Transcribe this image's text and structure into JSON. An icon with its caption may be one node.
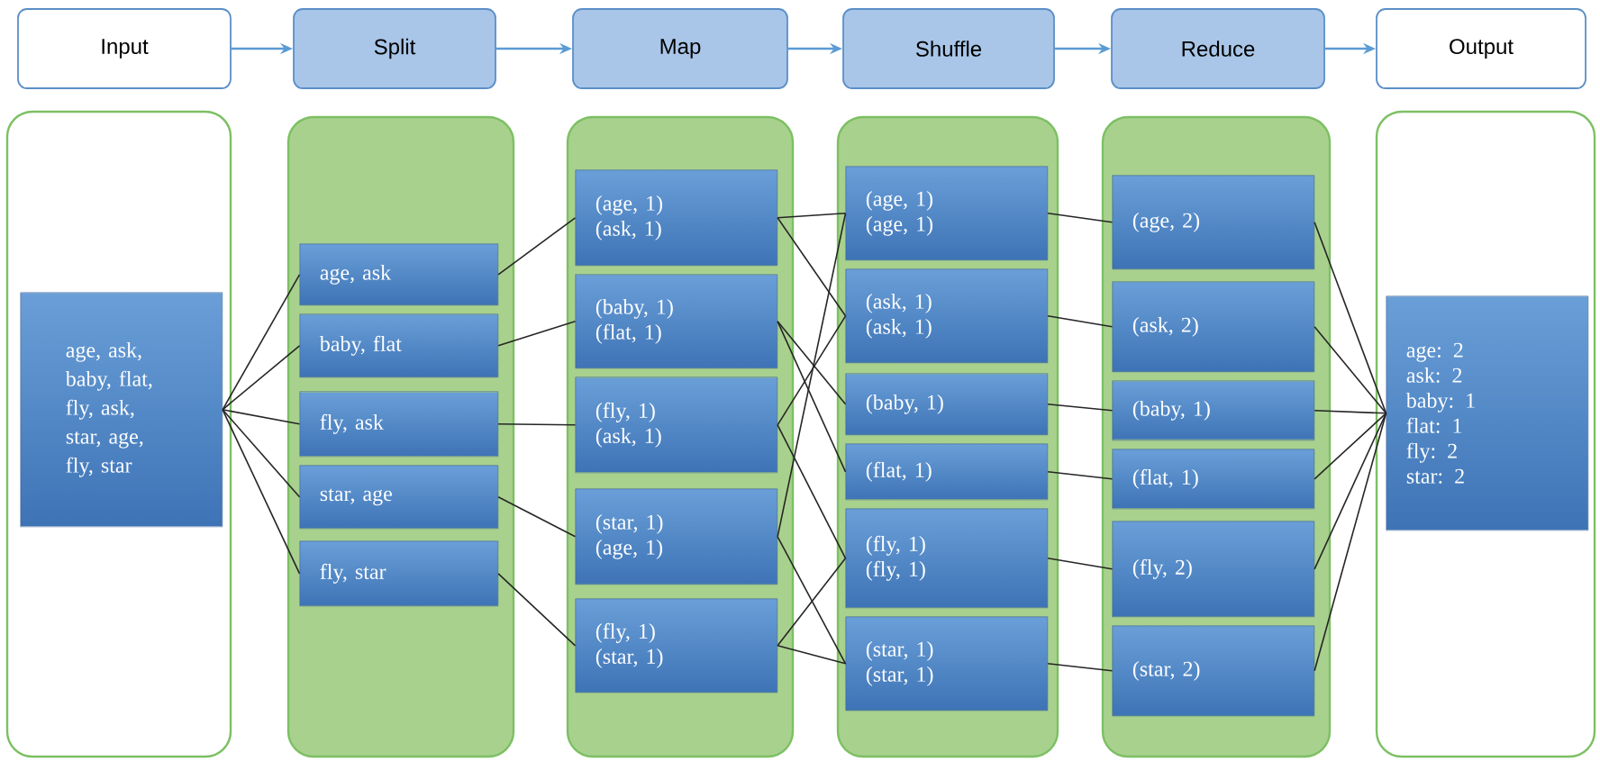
{
  "diagram": {
    "nodes": [
      {
        "text": [
          "Input"
        ]
      },
      {
        "text": [
          "Split"
        ]
      },
      {
        "text": [
          "Map"
        ]
      },
      {
        "text": [
          "Shuffle"
        ]
      },
      {
        "text": [
          "Reduce"
        ]
      },
      {
        "text": [
          "Output"
        ]
      },
      {
        "text": [],
        "shape": "box"
      },
      {
        "text": [
          "age, ask, baby, flat, fly, ask, star, age, fly, star"
        ],
        "in": 6
      },
      {
        "text": [],
        "shape": "box"
      },
      {
        "text": [
          "age, ask"
        ],
        "in": 8
      },
      {
        "text": [
          "baby, flat"
        ],
        "in": 8
      },
      {
        "text": [
          "fly, ask"
        ],
        "in": 8
      },
      {
        "text": [
          "star, age"
        ],
        "in": 8
      },
      {
        "text": [
          "fly, star"
        ],
        "in": 8
      },
      {
        "text": [],
        "shape": "box"
      },
      {
        "text": [
          "(age, 1)",
          "(ask, 1)"
        ],
        "in": 14
      },
      {
        "text": [
          "(baby, 1)",
          "(flat, 1)"
        ],
        "in": 14
      },
      {
        "text": [
          "(fly, 1)",
          "(ask, 1)"
        ],
        "in": 14
      },
      {
        "text": [
          "(star, 1)",
          "(age, 1)"
        ],
        "in": 14
      },
      {
        "text": [
          "(fly, 1)",
          "(star, 1)"
        ],
        "in": 14
      },
      {
        "text": [],
        "shape": "box"
      },
      {
        "text": [
          "(age, 1)",
          "(age, 1)"
        ],
        "in": 20
      },
      {
        "text": [
          "(ask, 1)",
          "(ask, 1)"
        ],
        "in": 20
      },
      {
        "text": [
          "(baby, 1)"
        ],
        "in": 20
      },
      {
        "text": [
          "(flat, 1)"
        ],
        "in": 20
      },
      {
        "text": [
          "(fly, 1)",
          "(fly, 1)"
        ],
        "in": 20
      },
      {
        "text": [
          "(star, 1)",
          "(star, 1)"
        ],
        "in": 20
      },
      {
        "text": [],
        "shape": "box"
      },
      {
        "text": [
          "(age, 2)"
        ],
        "in": 27
      },
      {
        "text": [
          "(ask, 2)"
        ],
        "in": 27
      },
      {
        "text": [
          "(baby, 1)"
        ],
        "in": 27
      },
      {
        "text": [
          "(flat, 1)"
        ],
        "in": 27
      },
      {
        "text": [
          "(fly, 2)"
        ],
        "in": 27
      },
      {
        "text": [
          "(star, 2)"
        ],
        "in": 27
      },
      {
        "text": [],
        "shape": "box"
      },
      {
        "text": [
          "age: 2",
          "ask: 2",
          "baby: 1",
          "flat: 1",
          "fly: 2",
          "star: 2"
        ],
        "in": 34
      }
    ],
    "edges": [
      {
        "from": 0,
        "to": 1,
        "arrow": "to",
        "color": "#5b9bd5"
      },
      {
        "from": 1,
        "to": 2,
        "arrow": "to",
        "color": "#5b9bd5"
      },
      {
        "from": 2,
        "to": 3,
        "arrow": "to",
        "color": "#5b9bd5"
      },
      {
        "from": 3,
        "to": 4,
        "arrow": "to",
        "color": "#5b9bd5"
      },
      {
        "from": 4,
        "to": 5,
        "arrow": "to",
        "color": "#5b9bd5"
      },
      {
        "from": 7,
        "to": 9,
        "arrow": "none"
      },
      {
        "from": 7,
        "to": 10,
        "arrow": "none"
      },
      {
        "from": 7,
        "to": 11,
        "arrow": "none"
      },
      {
        "from": 7,
        "to": 12,
        "arrow": "none"
      },
      {
        "from": 7,
        "to": 13,
        "arrow": "none"
      },
      {
        "from": 9,
        "to": 15,
        "arrow": "none"
      },
      {
        "from": 10,
        "to": 16,
        "arrow": "none"
      },
      {
        "from": 11,
        "to": 17,
        "arrow": "none"
      },
      {
        "from": 12,
        "to": 18,
        "arrow": "none"
      },
      {
        "from": 13,
        "to": 19,
        "arrow": "none"
      },
      {
        "from": 15,
        "to": 21,
        "arrow": "none"
      },
      {
        "from": 15,
        "to": 22,
        "arrow": "none"
      },
      {
        "from": 16,
        "to": 23,
        "arrow": "none"
      },
      {
        "from": 16,
        "to": 24,
        "arrow": "none"
      },
      {
        "from": 17,
        "to": 25,
        "arrow": "none"
      },
      {
        "from": 17,
        "to": 22,
        "arrow": "none"
      },
      {
        "from": 18,
        "to": 26,
        "arrow": "none"
      },
      {
        "from": 18,
        "to": 21,
        "arrow": "none"
      },
      {
        "from": 19,
        "to": 25,
        "arrow": "none"
      },
      {
        "from": 19,
        "to": 26,
        "arrow": "none"
      },
      {
        "from": 21,
        "to": 28,
        "arrow": "none"
      },
      {
        "from": 22,
        "to": 29,
        "arrow": "none"
      },
      {
        "from": 23,
        "to": 30,
        "arrow": "none"
      },
      {
        "from": 24,
        "to": 31,
        "arrow": "none"
      },
      {
        "from": 25,
        "to": 32,
        "arrow": "none"
      },
      {
        "from": 26,
        "to": 33,
        "arrow": "none"
      },
      {
        "from": 28,
        "to": 35,
        "arrow": "none"
      },
      {
        "from": 29,
        "to": 35,
        "arrow": "none"
      },
      {
        "from": 30,
        "to": 35,
        "arrow": "none"
      },
      {
        "from": 31,
        "to": 35,
        "arrow": "none"
      },
      {
        "from": 32,
        "to": 35,
        "arrow": "none"
      },
      {
        "from": 33,
        "to": 35,
        "arrow": "none"
      }
    ]
  }
}
